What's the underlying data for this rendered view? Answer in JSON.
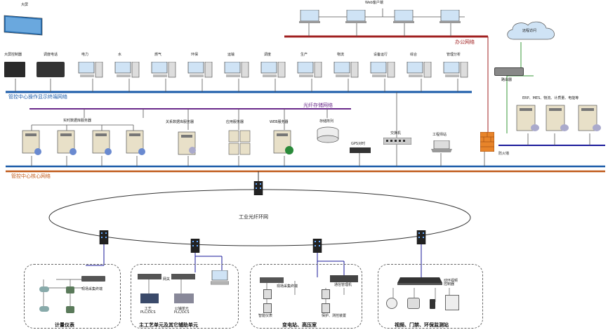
{
  "networks": {
    "office": "办公网络",
    "display_terminal": "管控中心操作显示终端网络",
    "fiber_storage": "光纤存储网络",
    "core": "管控中心核心网络",
    "ring": "工业光纤环网",
    "remote": "远程访问"
  },
  "top": {
    "web_clients": "Web客户端",
    "big_screen": "大屏",
    "screen_controller": "大屏控制器",
    "dispatch_phone": "调度电话",
    "terminals": [
      "电力",
      "水",
      "燃气",
      "环保",
      "运输",
      "调度",
      "生产",
      "物流",
      "设备运行",
      "综合",
      "管理分析"
    ]
  },
  "servers": {
    "realtime": "实时数据库服务器",
    "relational": "关系数据库服务器",
    "app": "应用服务器",
    "web": "WEB服务器",
    "storage": "存储阵列",
    "gps": "GPS对时",
    "switch": "交换机",
    "workstation": "工程师站",
    "router": "路由器",
    "firewall": "防火墙",
    "erp": "ERP、MES、物流、计质量、电能等"
  },
  "groups": [
    {
      "title": "计量仪表",
      "labels": {
        "terminal": "现场采集终端"
      }
    },
    {
      "title": "主工艺单元及其它辅助单元",
      "labels": {
        "gateway": "网关",
        "plc1": "工艺\nPLC/DCS",
        "plc2": "公辅单元\nPLC/DCS"
      }
    },
    {
      "title": "变电站、高压室",
      "labels": {
        "terminal": "现场采集终端",
        "comm": "通信管理机",
        "meter": "智能仪表",
        "protect": "保护、测控装置"
      }
    },
    {
      "title": "视频、门禁、环保监测站",
      "labels": {
        "ctrl": "动环视频\n控制器"
      }
    }
  ],
  "colors": {
    "blue": "#1a5aa8",
    "purple": "#6a2a8a",
    "orange": "#c05a1a",
    "red": "#a02020",
    "green": "#3a9a3a"
  }
}
